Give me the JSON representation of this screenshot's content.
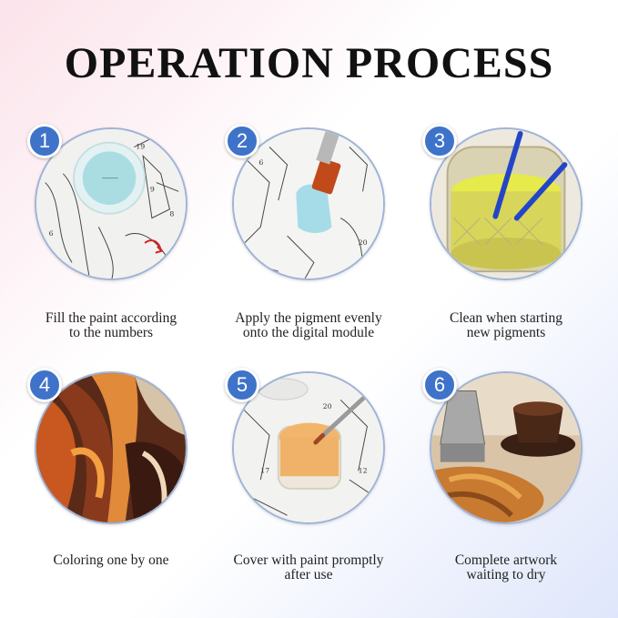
{
  "title": "OPERATION PROCESS",
  "steps": [
    {
      "number": "1",
      "caption_line1": "Fill the paint according",
      "caption_line2": "to the numbers",
      "icon": "paint-pot-on-canvas"
    },
    {
      "number": "2",
      "caption_line1": "Apply the pigment evenly",
      "caption_line2": "onto the digital module",
      "icon": "brush-on-canvas"
    },
    {
      "number": "3",
      "caption_line1": "Clean when starting",
      "caption_line2": "new pigments",
      "icon": "water-jar-brushes"
    },
    {
      "number": "4",
      "caption_line1": "Coloring one by one",
      "caption_line2": "",
      "icon": "painted-canvas"
    },
    {
      "number": "5",
      "caption_line1": "Cover with paint promptly",
      "caption_line2": "after use",
      "icon": "open-paint-pot"
    },
    {
      "number": "6",
      "caption_line1": "Complete artwork",
      "caption_line2": "waiting to dry",
      "icon": "coffee-artwork"
    }
  ],
  "canvas_numbers": [
    "19",
    "9",
    "8",
    "6",
    "1",
    "20",
    "17",
    "12"
  ],
  "colors": {
    "badge": "#3e73c9",
    "ring": "#9fb3d6",
    "title": "#111111"
  }
}
